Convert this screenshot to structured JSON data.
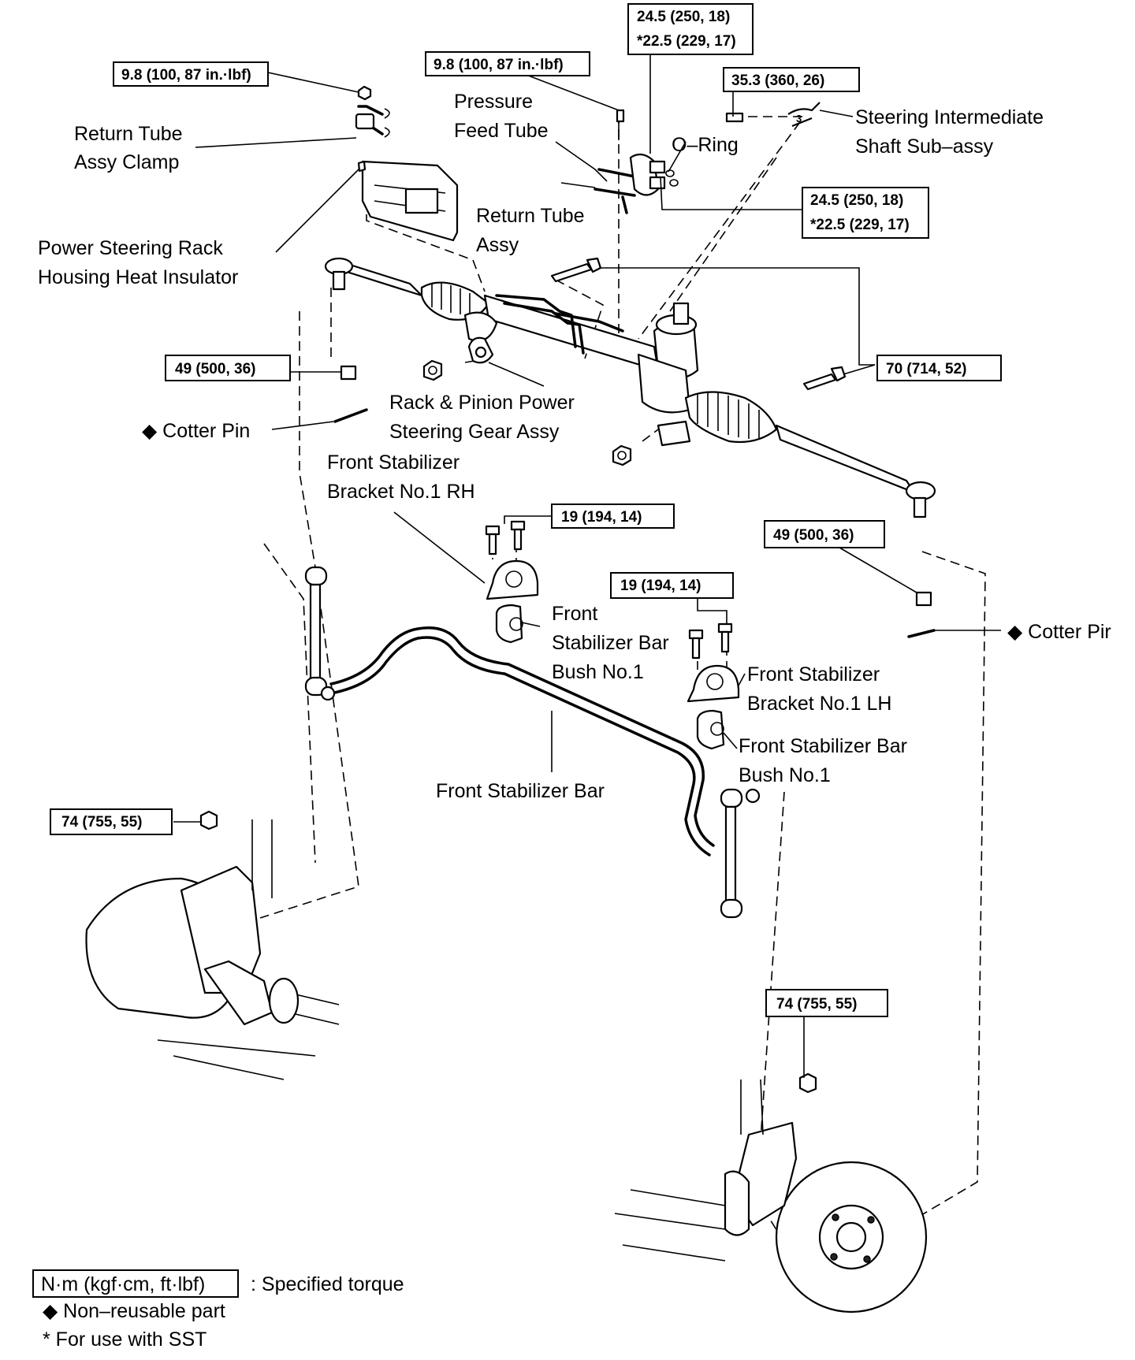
{
  "labels": {
    "return_tube_clamp": [
      "Return Tube",
      "Assy Clamp"
    ],
    "heat_insulator": [
      "Power Steering Rack",
      "Housing Heat Insulator"
    ],
    "pressure_feed_tube": [
      "Pressure",
      "Feed Tube"
    ],
    "return_tube_assy": [
      "Return Tube",
      "Assy"
    ],
    "o_ring": "O–Ring",
    "intermediate_shaft": [
      "Steering Intermediate",
      "Shaft Sub–assy"
    ],
    "rack_pinion": [
      "Rack & Pinion Power",
      "Steering Gear Assy"
    ],
    "cotter_pin_left": "◆ Cotter Pin",
    "cotter_pin_right": "◆ Cotter Pir",
    "bracket_rh": [
      "Front Stabilizer",
      "Bracket No.1 RH"
    ],
    "bush_left": [
      "Front",
      "Stabilizer Bar",
      "Bush No.1"
    ],
    "bracket_lh": [
      "Front Stabilizer",
      "Bracket No.1 LH"
    ],
    "bush_right": [
      "Front Stabilizer Bar",
      "Bush No.1"
    ],
    "stabilizer_bar": "Front Stabilizer Bar"
  },
  "torques": {
    "clamp_nut": "9.8 (100, 87 in.·lbf)",
    "feed_tube_bolt": "9.8 (100, 87 in.·lbf)",
    "union_top": [
      "24.5 (250, 18)",
      "*22.5 (229, 17)"
    ],
    "shaft_bolt": "35.3 (360, 26)",
    "union_mid": [
      "24.5 (250, 18)",
      "*22.5 (229, 17)"
    ],
    "tie_rod_left": "49 (500, 36)",
    "rack_bolt": "70 (714, 52)",
    "bracket_rh_bolt": "19 (194, 14)",
    "tie_rod_right": "49 (500, 36)",
    "bracket_lh_bolt": "19 (194, 14)",
    "link_left": "74 (755, 55)",
    "link_right": "74 (755, 55)"
  },
  "legend": {
    "unit_box": "N·m (kgf·cm, ft·lbf)",
    "unit_desc": ": Specified torque",
    "non_reusable": "◆ Non–reusable part",
    "sst": "* For use with SST"
  }
}
